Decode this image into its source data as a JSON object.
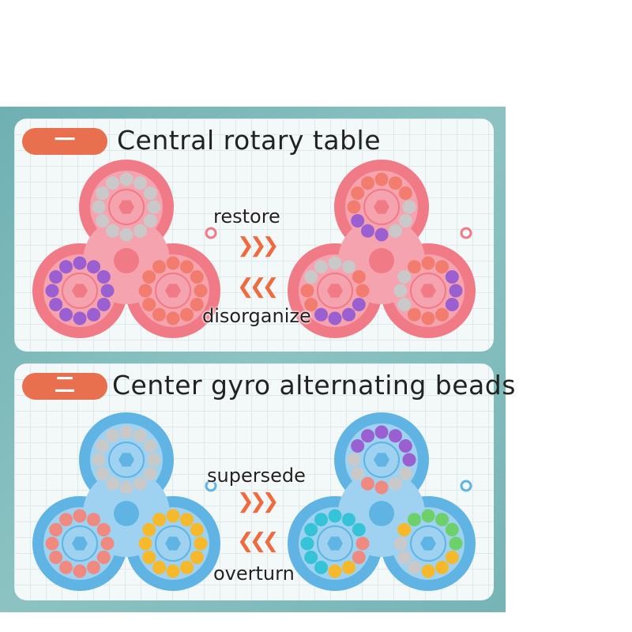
{
  "section1": {
    "badge": "一",
    "title": "Central rotary table",
    "top_label": "restore",
    "bottom_label": "disorganize",
    "forward_arrow": "❯❯❯",
    "back_arrow": "❮❮❮"
  },
  "section2": {
    "badge": "二",
    "title": "Center gyro alternating beads",
    "top_label": "supersede",
    "bottom_label": "overturn",
    "forward_arrow": "❯❯❯",
    "back_arrow": "❮❮❮"
  },
  "colors": {
    "pink_body": "#f07a86",
    "pink_light": "#f6a3b0",
    "blue_body": "#5fb4e3",
    "blue_light": "#9ed2f0",
    "gray": "#c9c9c9",
    "purple": "#9a5fd0",
    "coral": "#f27c6e",
    "peach": "#f08a80",
    "yellow": "#f6b92c",
    "cyan": "#35c3d8",
    "green": "#6dd06a",
    "badge": "#e8704f",
    "arrow": "#ef6a3d"
  },
  "toys": [
    {
      "body": "pink",
      "rings": [
        [
          "gray"
        ],
        [
          "purple"
        ],
        [
          "coral"
        ]
      ]
    },
    {
      "body": "pink",
      "rings": [
        [
          "coral",
          "coral",
          "coral",
          "gray",
          "gray",
          "gray",
          "purple",
          "purple",
          "purple",
          "coral",
          "coral",
          "coral"
        ],
        [
          "gray",
          "gray",
          "coral",
          "coral",
          "purple",
          "purple",
          "purple",
          "purple",
          "coral",
          "coral",
          "gray",
          "gray"
        ],
        [
          "coral",
          "coral",
          "purple",
          "purple",
          "purple",
          "coral",
          "coral",
          "coral",
          "gray",
          "gray",
          "gray",
          "coral"
        ]
      ]
    },
    {
      "body": "blue",
      "rings": [
        [
          "gray"
        ],
        [
          "peach"
        ],
        [
          "yellow"
        ]
      ]
    },
    {
      "body": "blue",
      "rings": [
        [
          "purple",
          "purple",
          "purple",
          "purple",
          "gray",
          "gray",
          "peach",
          "peach",
          "gray",
          "gray",
          "purple",
          "purple"
        ],
        [
          "cyan",
          "cyan",
          "cyan",
          "peach",
          "peach",
          "yellow",
          "yellow",
          "cyan",
          "cyan",
          "cyan",
          "cyan",
          "cyan"
        ],
        [
          "green",
          "green",
          "green",
          "green",
          "yellow",
          "yellow",
          "yellow",
          "gray",
          "gray",
          "gray",
          "yellow",
          "green"
        ]
      ]
    }
  ]
}
